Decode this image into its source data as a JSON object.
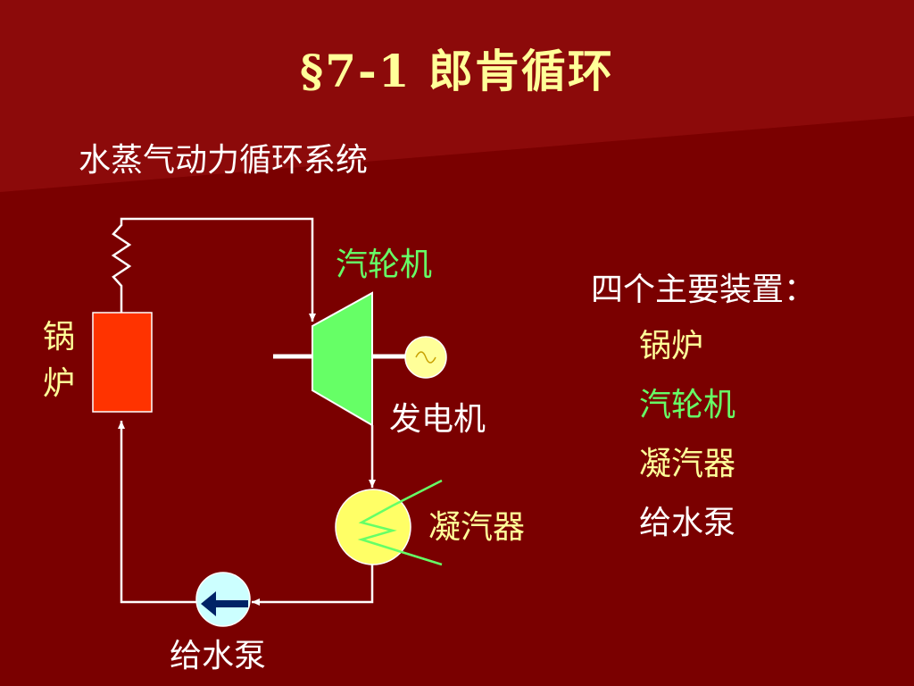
{
  "title": "§7-1  郎肯循环",
  "subtitle": "水蒸气动力循环系统",
  "labels": {
    "boiler": "锅炉",
    "turbine": "汽轮机",
    "generator": "发电机",
    "condenser": "凝汽器",
    "pump": "给水泵"
  },
  "equipment": {
    "heading": "四个主要装置：",
    "items": [
      "锅炉",
      "汽轮机",
      "凝汽器",
      "给水泵"
    ]
  },
  "colors": {
    "background": "#7a0000",
    "title": "#ffff99",
    "boiler": "#ff3300",
    "turbine": "#66ff66",
    "condenser": "#ffff66",
    "pump": "#ccffff",
    "line": "#ffffff"
  }
}
